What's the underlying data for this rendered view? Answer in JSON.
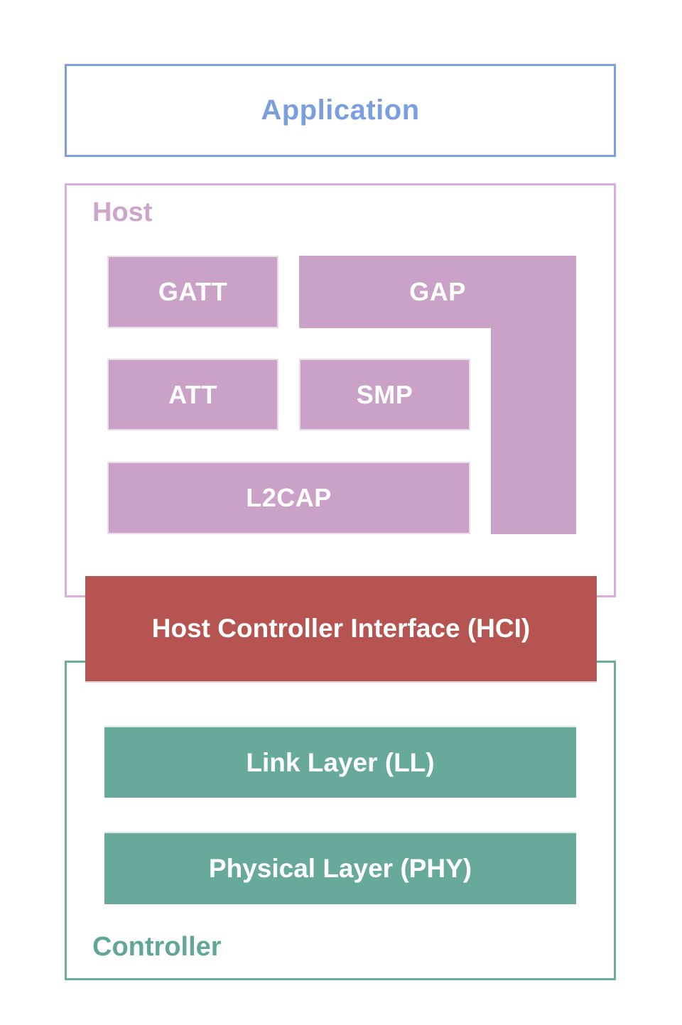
{
  "colors": {
    "app-border": "#7d9fdb",
    "app-text": "#7b9fde",
    "host-border": "#dbaed8",
    "host-text": "#cda5ca",
    "block-fill": "#cba2c7",
    "block-border": "#e9dbe7",
    "block-text": "#ffffff",
    "hci-fill": "#b55450",
    "hci-edge": "#e4cfce",
    "hci-text": "#ffffff",
    "controller-border": "#6cac9f",
    "controller-text": "#62a795",
    "bar-fill": "#67aa9c",
    "bar-border": "#d8e9e4",
    "bar-text": "#ffffff"
  },
  "application": {
    "label": "Application"
  },
  "host": {
    "label": "Host",
    "blocks": {
      "gatt": "GATT",
      "gap": "GAP",
      "att": "ATT",
      "smp": "SMP",
      "l2cap": "L2CAP"
    }
  },
  "hci": {
    "label": "Host Controller Interface (HCI)"
  },
  "controller": {
    "label": "Controller",
    "layers": {
      "link": "Link Layer (LL)",
      "phy": "Physical Layer (PHY)"
    }
  }
}
